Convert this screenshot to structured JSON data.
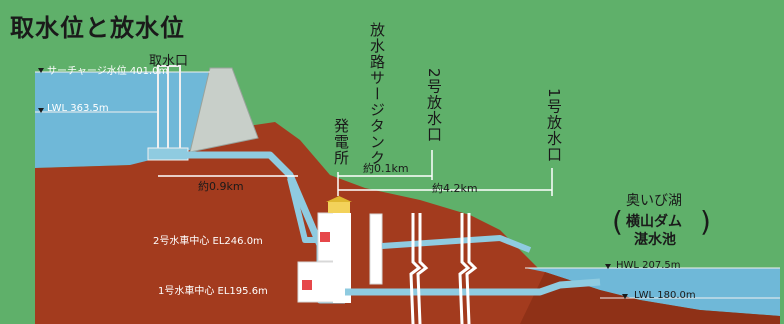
{
  "title": "取水位と放水位",
  "labels": {
    "intake": "取水口",
    "surge_level": "サーチャージ水位 401.0m",
    "lwl_upper": "LWL 363.5m",
    "dist_intake": "約0.9km",
    "power_station": "発電所",
    "surge_tank": "放水路サージタンク",
    "dist_tank": "約0.1km",
    "outlet2": "2号放水口",
    "dist_outlet": "約4.2km",
    "outlet1": "1号放水口",
    "reservoir_line1": "奥いび湖",
    "reservoir_line2": "横山ダム",
    "reservoir_line3": "湛水池",
    "bracket_left": "(",
    "bracket_right": ")",
    "turbine2": "2号水車中心 EL246.0m",
    "turbine1": "1号水車中心 EL195.6m",
    "hwl_lower": "HWL 207.5m",
    "lwl_lower": "LWL 180.0m"
  },
  "colors": {
    "background": "#5fb06a",
    "earth": "#a33b1e",
    "water": "#6fb8d8",
    "dam": "#c8cfc9",
    "pipe": "#8fcbe0"
  }
}
